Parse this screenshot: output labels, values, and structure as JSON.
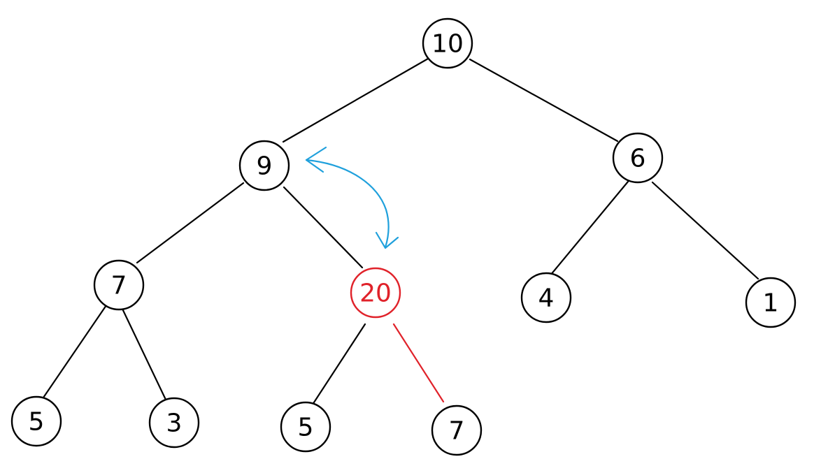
{
  "colors": {
    "default_stroke": "#000000",
    "highlight": "#e0222a",
    "swap_arrow": "#1fa0dc",
    "node_fill": "#ffffff"
  },
  "tree": {
    "nodes": [
      {
        "id": "n10",
        "label": "10",
        "highlight": false
      },
      {
        "id": "n9",
        "label": "9",
        "highlight": false
      },
      {
        "id": "n6",
        "label": "6",
        "highlight": false
      },
      {
        "id": "n7a",
        "label": "7",
        "highlight": false
      },
      {
        "id": "n20",
        "label": "20",
        "highlight": true
      },
      {
        "id": "n4",
        "label": "4",
        "highlight": false
      },
      {
        "id": "n1",
        "label": "1",
        "highlight": false
      },
      {
        "id": "n5a",
        "label": "5",
        "highlight": false
      },
      {
        "id": "n3",
        "label": "3",
        "highlight": false
      },
      {
        "id": "n5b",
        "label": "5",
        "highlight": false
      },
      {
        "id": "n7b",
        "label": "7",
        "highlight": false
      }
    ],
    "edges": [
      {
        "from": "n10",
        "to": "n9",
        "highlight": false
      },
      {
        "from": "n10",
        "to": "n6",
        "highlight": false
      },
      {
        "from": "n9",
        "to": "n7a",
        "highlight": false
      },
      {
        "from": "n9",
        "to": "n20",
        "highlight": false
      },
      {
        "from": "n6",
        "to": "n4",
        "highlight": false
      },
      {
        "from": "n6",
        "to": "n1",
        "highlight": false
      },
      {
        "from": "n7a",
        "to": "n5a",
        "highlight": false
      },
      {
        "from": "n7a",
        "to": "n3",
        "highlight": false
      },
      {
        "from": "n20",
        "to": "n5b",
        "highlight": false
      },
      {
        "from": "n20",
        "to": "n7b",
        "highlight": true
      }
    ],
    "swap": {
      "between": [
        "n9",
        "n20"
      ],
      "icon": "double-headed-curved-arrow"
    }
  }
}
